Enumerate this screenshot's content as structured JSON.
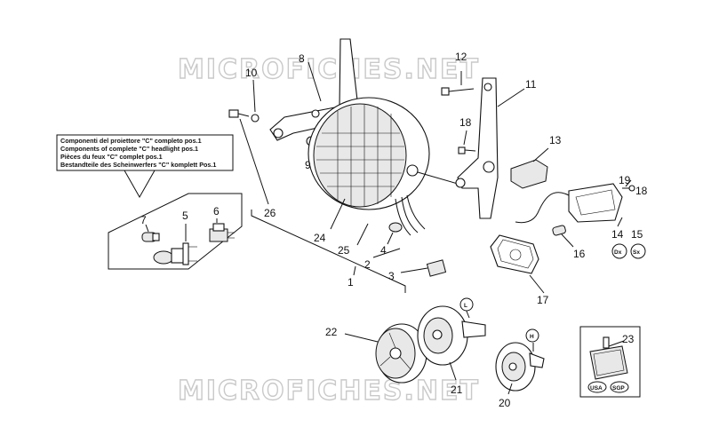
{
  "watermark": {
    "top": "MICROFICHES.NET",
    "bottom": "MICROFICHES.NET"
  },
  "caption": {
    "lines": [
      "Componenti del proiettore \"C\" completo pos.1",
      "Components of complete \"C\" headlight pos.1",
      "Pièces du feux \"C\" complet pos.1",
      "Bestandteile des Scheinwerfers \"C\" komplett Pos.1"
    ]
  },
  "callouts": {
    "n1": "1",
    "n2": "2",
    "n3": "3",
    "n4": "4",
    "n5": "5",
    "n6": "6",
    "n7": "7",
    "n8": "8",
    "n9": "9",
    "n10": "10",
    "n11": "11",
    "n12": "12",
    "n13": "13",
    "n14": "14",
    "n15": "15",
    "n16": "16",
    "n17": "17",
    "n18a": "18",
    "n18b": "18",
    "n19": "19",
    "n20": "20",
    "n21": "21",
    "n22": "22",
    "n23": "23",
    "n24": "24",
    "n25": "25",
    "n26": "26"
  },
  "badges": {
    "dx": "Dx",
    "sx": "Sx",
    "l": "L",
    "h": "H",
    "usa": "USA",
    "sgp": "SGP"
  }
}
